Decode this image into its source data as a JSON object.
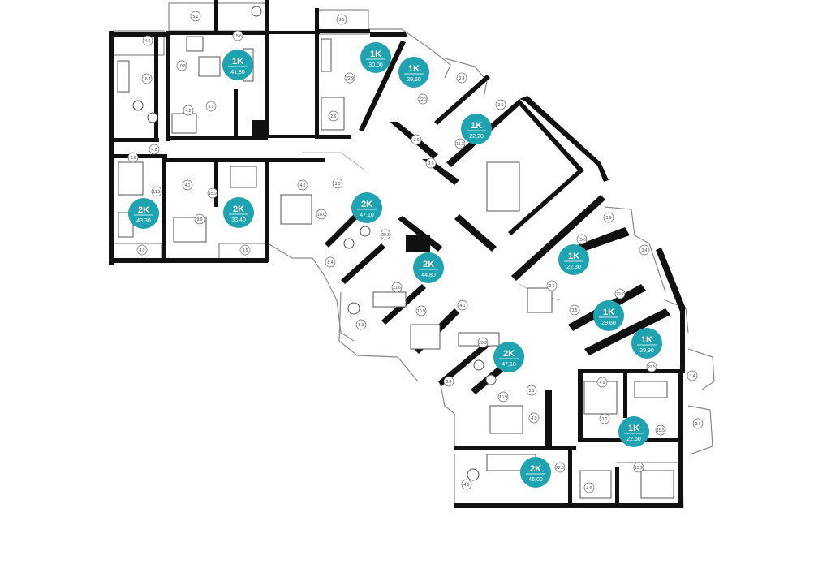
{
  "apartments": [
    {
      "type": "1K",
      "area": "41,80"
    },
    {
      "type": "1K",
      "area": "30,00"
    },
    {
      "type": "1K",
      "area": "29,50"
    },
    {
      "type": "1K",
      "area": "22,20"
    },
    {
      "type": "2K",
      "area": "43,30"
    },
    {
      "type": "2K",
      "area": "33,40"
    },
    {
      "type": "2K",
      "area": "47,10"
    },
    {
      "type": "2K",
      "area": "44,80"
    },
    {
      "type": "1K",
      "area": "22,30"
    },
    {
      "type": "1K",
      "area": "29,60"
    },
    {
      "type": "1K",
      "area": "29,90"
    },
    {
      "type": "2K",
      "area": "47,10"
    },
    {
      "type": "1K",
      "area": "22,60"
    },
    {
      "type": "2K",
      "area": "46,00"
    }
  ],
  "rooms": [
    "5.2",
    "15.6",
    "4.0",
    "10.8",
    "16.1",
    "4.2",
    "5.9",
    "3.5",
    "22.9",
    "2.6",
    "3.4",
    "22.3",
    "3.9",
    "3.6",
    "15.3",
    "3.0",
    "4.2",
    "3.6",
    "11.3",
    "4.1",
    "15.9",
    "4.0",
    "3.5",
    "10.0",
    "9.9",
    "4.0",
    "3.5",
    "20.3",
    "8.4",
    "21.6",
    "10.9",
    "4.1",
    "8.3",
    "3.9",
    "15.6",
    "3.4",
    "22.7",
    "2.6",
    "3.5",
    "22.5",
    "3.4",
    "4.9",
    "3.2",
    "15.5",
    "3.9",
    "20.3",
    "8.4",
    "10.9",
    "3.5",
    "4.0",
    "13.9",
    "4.3",
    "22.5",
    "4.9"
  ]
}
